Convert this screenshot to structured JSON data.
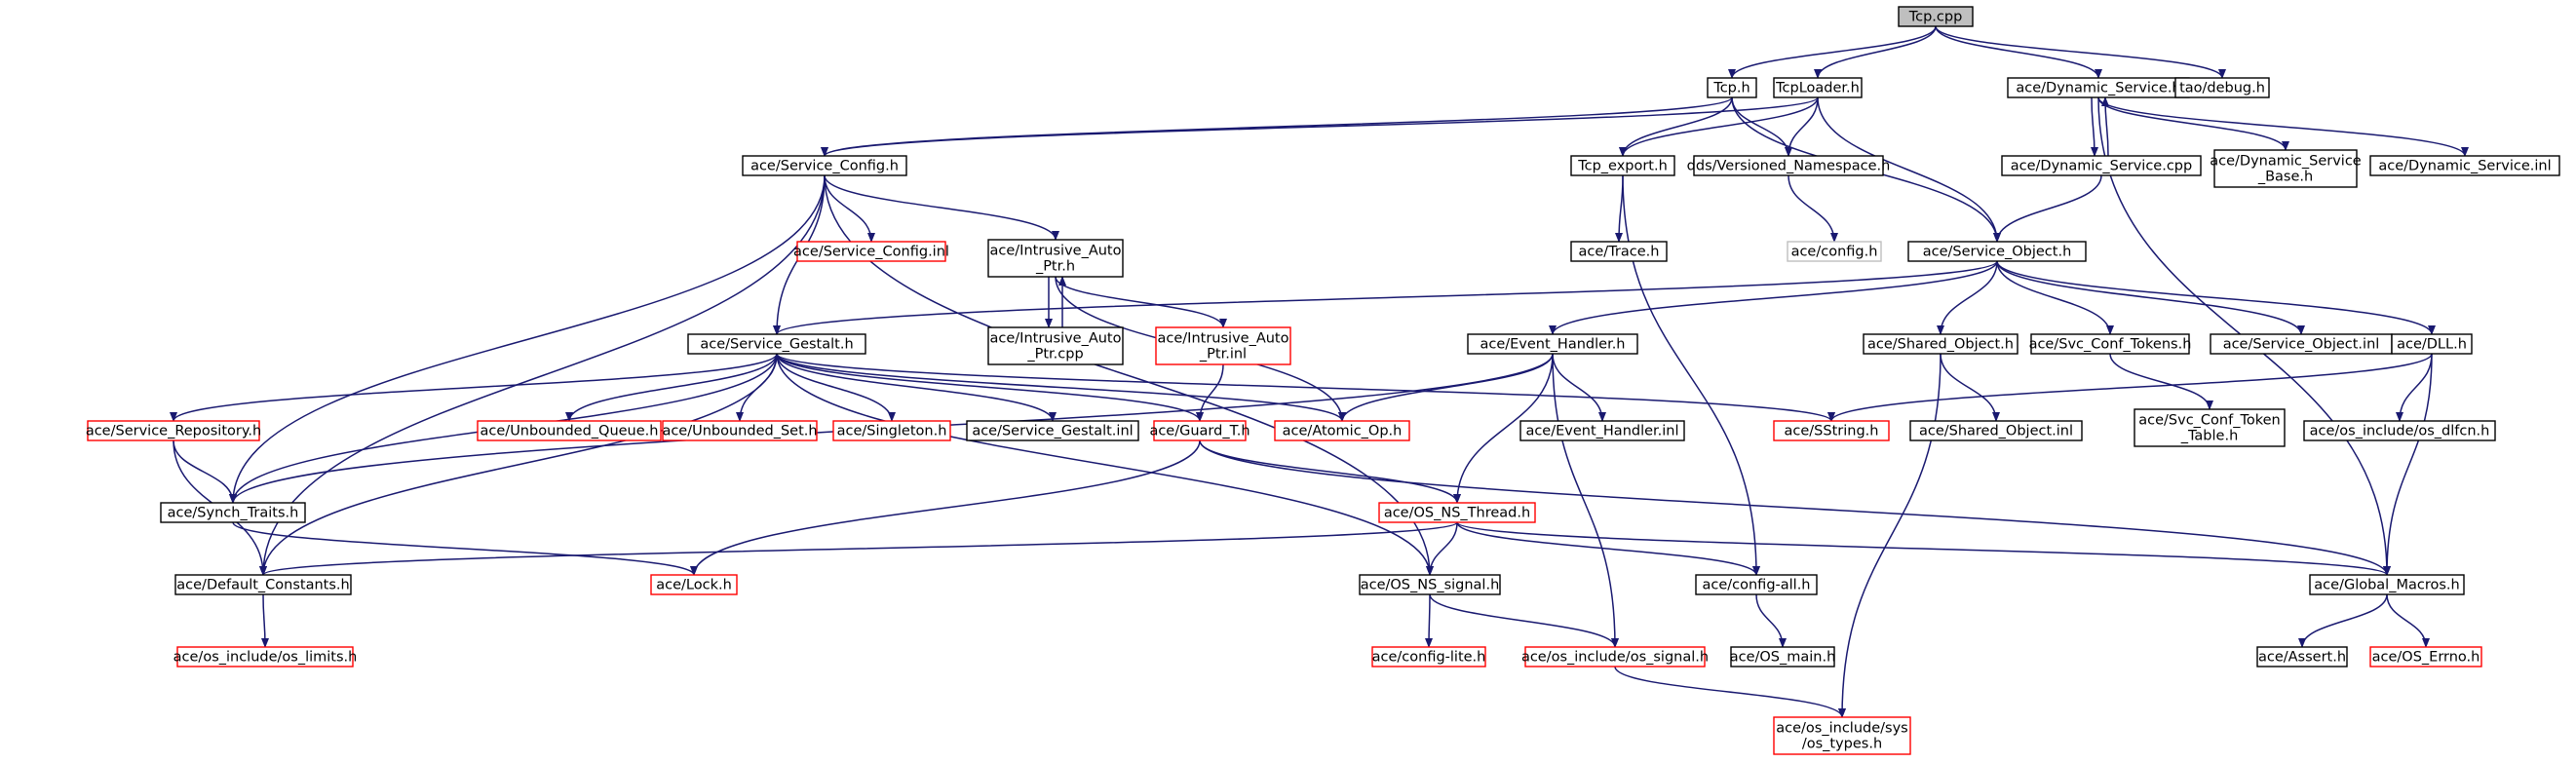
{
  "diagram": {
    "colors": {
      "edge": "#191970",
      "node_border_normal": "#000000",
      "node_border_undocumented": "#ff0000",
      "node_border_external": "#bfbfbf",
      "root_fill": "#bfbfbf",
      "node_fill": "#ffffff"
    },
    "nodes": [
      {
        "id": "tcp_cpp",
        "lines": [
          "Tcp.cpp"
        ],
        "style": "root"
      },
      {
        "id": "tcp_h",
        "lines": [
          "Tcp.h"
        ],
        "style": "normal"
      },
      {
        "id": "tcploader_h",
        "lines": [
          "TcpLoader.h"
        ],
        "style": "normal"
      },
      {
        "id": "dyn_service_h",
        "lines": [
          "ace/Dynamic_Service.h"
        ],
        "style": "normal"
      },
      {
        "id": "tao_debug_h",
        "lines": [
          "tao/debug.h"
        ],
        "style": "normal"
      },
      {
        "id": "service_config_h",
        "lines": [
          "ace/Service_Config.h"
        ],
        "style": "normal"
      },
      {
        "id": "tcp_export_h",
        "lines": [
          "Tcp_export.h"
        ],
        "style": "normal"
      },
      {
        "id": "dds_versioned_ns_h",
        "lines": [
          "dds/Versioned_Namespace.h"
        ],
        "style": "normal"
      },
      {
        "id": "dyn_service_cpp",
        "lines": [
          "ace/Dynamic_Service.cpp"
        ],
        "style": "normal"
      },
      {
        "id": "dyn_service_base_h",
        "lines": [
          "ace/Dynamic_Service",
          "_Base.h"
        ],
        "style": "normal"
      },
      {
        "id": "dyn_service_inl",
        "lines": [
          "ace/Dynamic_Service.inl"
        ],
        "style": "normal"
      },
      {
        "id": "service_config_inl",
        "lines": [
          "ace/Service_Config.inl"
        ],
        "style": "red"
      },
      {
        "id": "intrusive_auto_ptr_h",
        "lines": [
          "ace/Intrusive_Auto",
          "_Ptr.h"
        ],
        "style": "normal"
      },
      {
        "id": "trace_h",
        "lines": [
          "ace/Trace.h"
        ],
        "style": "normal"
      },
      {
        "id": "config_h",
        "lines": [
          "ace/config.h"
        ],
        "style": "gray"
      },
      {
        "id": "service_object_h",
        "lines": [
          "ace/Service_Object.h"
        ],
        "style": "normal"
      },
      {
        "id": "service_gestalt_h",
        "lines": [
          "ace/Service_Gestalt.h"
        ],
        "style": "normal"
      },
      {
        "id": "intrusive_auto_ptr_cpp",
        "lines": [
          "ace/Intrusive_Auto",
          "_Ptr.cpp"
        ],
        "style": "normal"
      },
      {
        "id": "intrusive_auto_ptr_inl",
        "lines": [
          "ace/Intrusive_Auto",
          "_Ptr.inl"
        ],
        "style": "red"
      },
      {
        "id": "event_handler_h",
        "lines": [
          "ace/Event_Handler.h"
        ],
        "style": "normal"
      },
      {
        "id": "shared_object_h",
        "lines": [
          "ace/Shared_Object.h"
        ],
        "style": "normal"
      },
      {
        "id": "svc_conf_tokens_h",
        "lines": [
          "ace/Svc_Conf_Tokens.h"
        ],
        "style": "normal"
      },
      {
        "id": "service_object_inl",
        "lines": [
          "ace/Service_Object.inl"
        ],
        "style": "normal"
      },
      {
        "id": "dll_h",
        "lines": [
          "ace/DLL.h"
        ],
        "style": "normal"
      },
      {
        "id": "service_repository_h",
        "lines": [
          "ace/Service_Repository.h"
        ],
        "style": "red"
      },
      {
        "id": "unbounded_queue_h",
        "lines": [
          "ace/Unbounded_Queue.h"
        ],
        "style": "red"
      },
      {
        "id": "unbounded_set_h",
        "lines": [
          "ace/Unbounded_Set.h"
        ],
        "style": "red"
      },
      {
        "id": "singleton_h",
        "lines": [
          "ace/Singleton.h"
        ],
        "style": "red"
      },
      {
        "id": "service_gestalt_inl",
        "lines": [
          "ace/Service_Gestalt.inl"
        ],
        "style": "normal"
      },
      {
        "id": "guard_t_h",
        "lines": [
          "ace/Guard_T.h"
        ],
        "style": "red"
      },
      {
        "id": "atomic_op_h",
        "lines": [
          "ace/Atomic_Op.h"
        ],
        "style": "red"
      },
      {
        "id": "event_handler_inl",
        "lines": [
          "ace/Event_Handler.inl"
        ],
        "style": "normal"
      },
      {
        "id": "sstring_h",
        "lines": [
          "ace/SString.h"
        ],
        "style": "red"
      },
      {
        "id": "shared_object_inl",
        "lines": [
          "ace/Shared_Object.inl"
        ],
        "style": "normal"
      },
      {
        "id": "svc_conf_token_table_h",
        "lines": [
          "ace/Svc_Conf_Token",
          "_Table.h"
        ],
        "style": "normal"
      },
      {
        "id": "os_dlfcn_h",
        "lines": [
          "ace/os_include/os_dlfcn.h"
        ],
        "style": "normal"
      },
      {
        "id": "synch_traits_h",
        "lines": [
          "ace/Synch_Traits.h"
        ],
        "style": "normal"
      },
      {
        "id": "os_ns_thread_h",
        "lines": [
          "ace/OS_NS_Thread.h"
        ],
        "style": "red"
      },
      {
        "id": "default_constants_h",
        "lines": [
          "ace/Default_Constants.h"
        ],
        "style": "normal"
      },
      {
        "id": "lock_h",
        "lines": [
          "ace/Lock.h"
        ],
        "style": "red"
      },
      {
        "id": "os_ns_signal_h",
        "lines": [
          "ace/OS_NS_signal.h"
        ],
        "style": "normal"
      },
      {
        "id": "config_all_h",
        "lines": [
          "ace/config-all.h"
        ],
        "style": "normal"
      },
      {
        "id": "global_macros_h",
        "lines": [
          "ace/Global_Macros.h"
        ],
        "style": "normal"
      },
      {
        "id": "os_limits_h",
        "lines": [
          "ace/os_include/os_limits.h"
        ],
        "style": "red"
      },
      {
        "id": "config_lite_h",
        "lines": [
          "ace/config-lite.h"
        ],
        "style": "red"
      },
      {
        "id": "os_signal_h",
        "lines": [
          "ace/os_include/os_signal.h"
        ],
        "style": "red"
      },
      {
        "id": "os_main_h",
        "lines": [
          "ace/OS_main.h"
        ],
        "style": "normal"
      },
      {
        "id": "assert_h",
        "lines": [
          "ace/Assert.h"
        ],
        "style": "normal"
      },
      {
        "id": "os_errno_h",
        "lines": [
          "ace/OS_Errno.h"
        ],
        "style": "red"
      },
      {
        "id": "os_types_h",
        "lines": [
          "ace/os_include/sys",
          "/os_types.h"
        ],
        "style": "red"
      }
    ],
    "edges": [
      [
        "tcp_cpp",
        "tcp_h"
      ],
      [
        "tcp_cpp",
        "tcploader_h"
      ],
      [
        "tcp_cpp",
        "dyn_service_h"
      ],
      [
        "tcp_cpp",
        "tao_debug_h"
      ],
      [
        "tcp_h",
        "service_config_h"
      ],
      [
        "tcp_h",
        "tcp_export_h"
      ],
      [
        "tcp_h",
        "dds_versioned_ns_h"
      ],
      [
        "tcp_h",
        "service_object_h"
      ],
      [
        "tcploader_h",
        "service_config_h"
      ],
      [
        "tcploader_h",
        "tcp_export_h"
      ],
      [
        "tcploader_h",
        "dds_versioned_ns_h"
      ],
      [
        "tcploader_h",
        "service_object_h"
      ],
      [
        "dyn_service_h",
        "dyn_service_cpp"
      ],
      [
        "dyn_service_cpp",
        "dyn_service_h"
      ],
      [
        "dyn_service_h",
        "dyn_service_base_h"
      ],
      [
        "dyn_service_h",
        "dyn_service_inl"
      ],
      [
        "dyn_service_h",
        "global_macros_h"
      ],
      [
        "dyn_service_cpp",
        "service_object_h"
      ],
      [
        "service_config_h",
        "service_config_inl"
      ],
      [
        "service_config_h",
        "intrusive_auto_ptr_h"
      ],
      [
        "service_config_h",
        "service_gestalt_h"
      ],
      [
        "service_config_h",
        "synch_traits_h"
      ],
      [
        "service_config_h",
        "default_constants_h"
      ],
      [
        "service_config_h",
        "os_ns_signal_h"
      ],
      [
        "tcp_export_h",
        "trace_h"
      ],
      [
        "tcp_export_h",
        "config_all_h"
      ],
      [
        "dds_versioned_ns_h",
        "config_h"
      ],
      [
        "intrusive_auto_ptr_h",
        "intrusive_auto_ptr_cpp"
      ],
      [
        "intrusive_auto_ptr_cpp",
        "intrusive_auto_ptr_h"
      ],
      [
        "intrusive_auto_ptr_h",
        "intrusive_auto_ptr_inl"
      ],
      [
        "intrusive_auto_ptr_h",
        "atomic_op_h"
      ],
      [
        "intrusive_auto_ptr_inl",
        "guard_t_h"
      ],
      [
        "service_object_h",
        "service_gestalt_h"
      ],
      [
        "service_object_h",
        "event_handler_h"
      ],
      [
        "service_object_h",
        "shared_object_h"
      ],
      [
        "service_object_h",
        "svc_conf_tokens_h"
      ],
      [
        "service_object_h",
        "service_object_inl"
      ],
      [
        "service_object_h",
        "dll_h"
      ],
      [
        "service_gestalt_h",
        "service_repository_h"
      ],
      [
        "service_gestalt_h",
        "unbounded_queue_h"
      ],
      [
        "service_gestalt_h",
        "unbounded_set_h"
      ],
      [
        "service_gestalt_h",
        "singleton_h"
      ],
      [
        "service_gestalt_h",
        "service_gestalt_inl"
      ],
      [
        "service_gestalt_h",
        "guard_t_h"
      ],
      [
        "service_gestalt_h",
        "atomic_op_h"
      ],
      [
        "service_gestalt_h",
        "sstring_h"
      ],
      [
        "service_gestalt_h",
        "synch_traits_h"
      ],
      [
        "service_gestalt_h",
        "default_constants_h"
      ],
      [
        "service_gestalt_h",
        "os_ns_signal_h"
      ],
      [
        "event_handler_h",
        "atomic_op_h"
      ],
      [
        "event_handler_h",
        "event_handler_inl"
      ],
      [
        "event_handler_h",
        "synch_traits_h"
      ],
      [
        "event_handler_h",
        "os_ns_thread_h"
      ],
      [
        "event_handler_h",
        "os_signal_h"
      ],
      [
        "shared_object_h",
        "shared_object_inl"
      ],
      [
        "shared_object_h",
        "os_types_h"
      ],
      [
        "svc_conf_tokens_h",
        "svc_conf_token_table_h"
      ],
      [
        "dll_h",
        "sstring_h"
      ],
      [
        "dll_h",
        "os_dlfcn_h"
      ],
      [
        "dll_h",
        "global_macros_h"
      ],
      [
        "service_repository_h",
        "synch_traits_h"
      ],
      [
        "service_repository_h",
        "default_constants_h"
      ],
      [
        "guard_t_h",
        "os_ns_thread_h"
      ],
      [
        "guard_t_h",
        "lock_h"
      ],
      [
        "guard_t_h",
        "global_macros_h"
      ],
      [
        "synch_traits_h",
        "lock_h"
      ],
      [
        "os_ns_thread_h",
        "default_constants_h"
      ],
      [
        "os_ns_thread_h",
        "os_ns_signal_h"
      ],
      [
        "os_ns_thread_h",
        "config_all_h"
      ],
      [
        "os_ns_thread_h",
        "global_macros_h"
      ],
      [
        "default_constants_h",
        "os_limits_h"
      ],
      [
        "os_ns_signal_h",
        "config_lite_h"
      ],
      [
        "os_ns_signal_h",
        "os_signal_h"
      ],
      [
        "config_all_h",
        "os_main_h"
      ],
      [
        "global_macros_h",
        "assert_h"
      ],
      [
        "global_macros_h",
        "os_errno_h"
      ],
      [
        "os_signal_h",
        "os_types_h"
      ]
    ]
  }
}
